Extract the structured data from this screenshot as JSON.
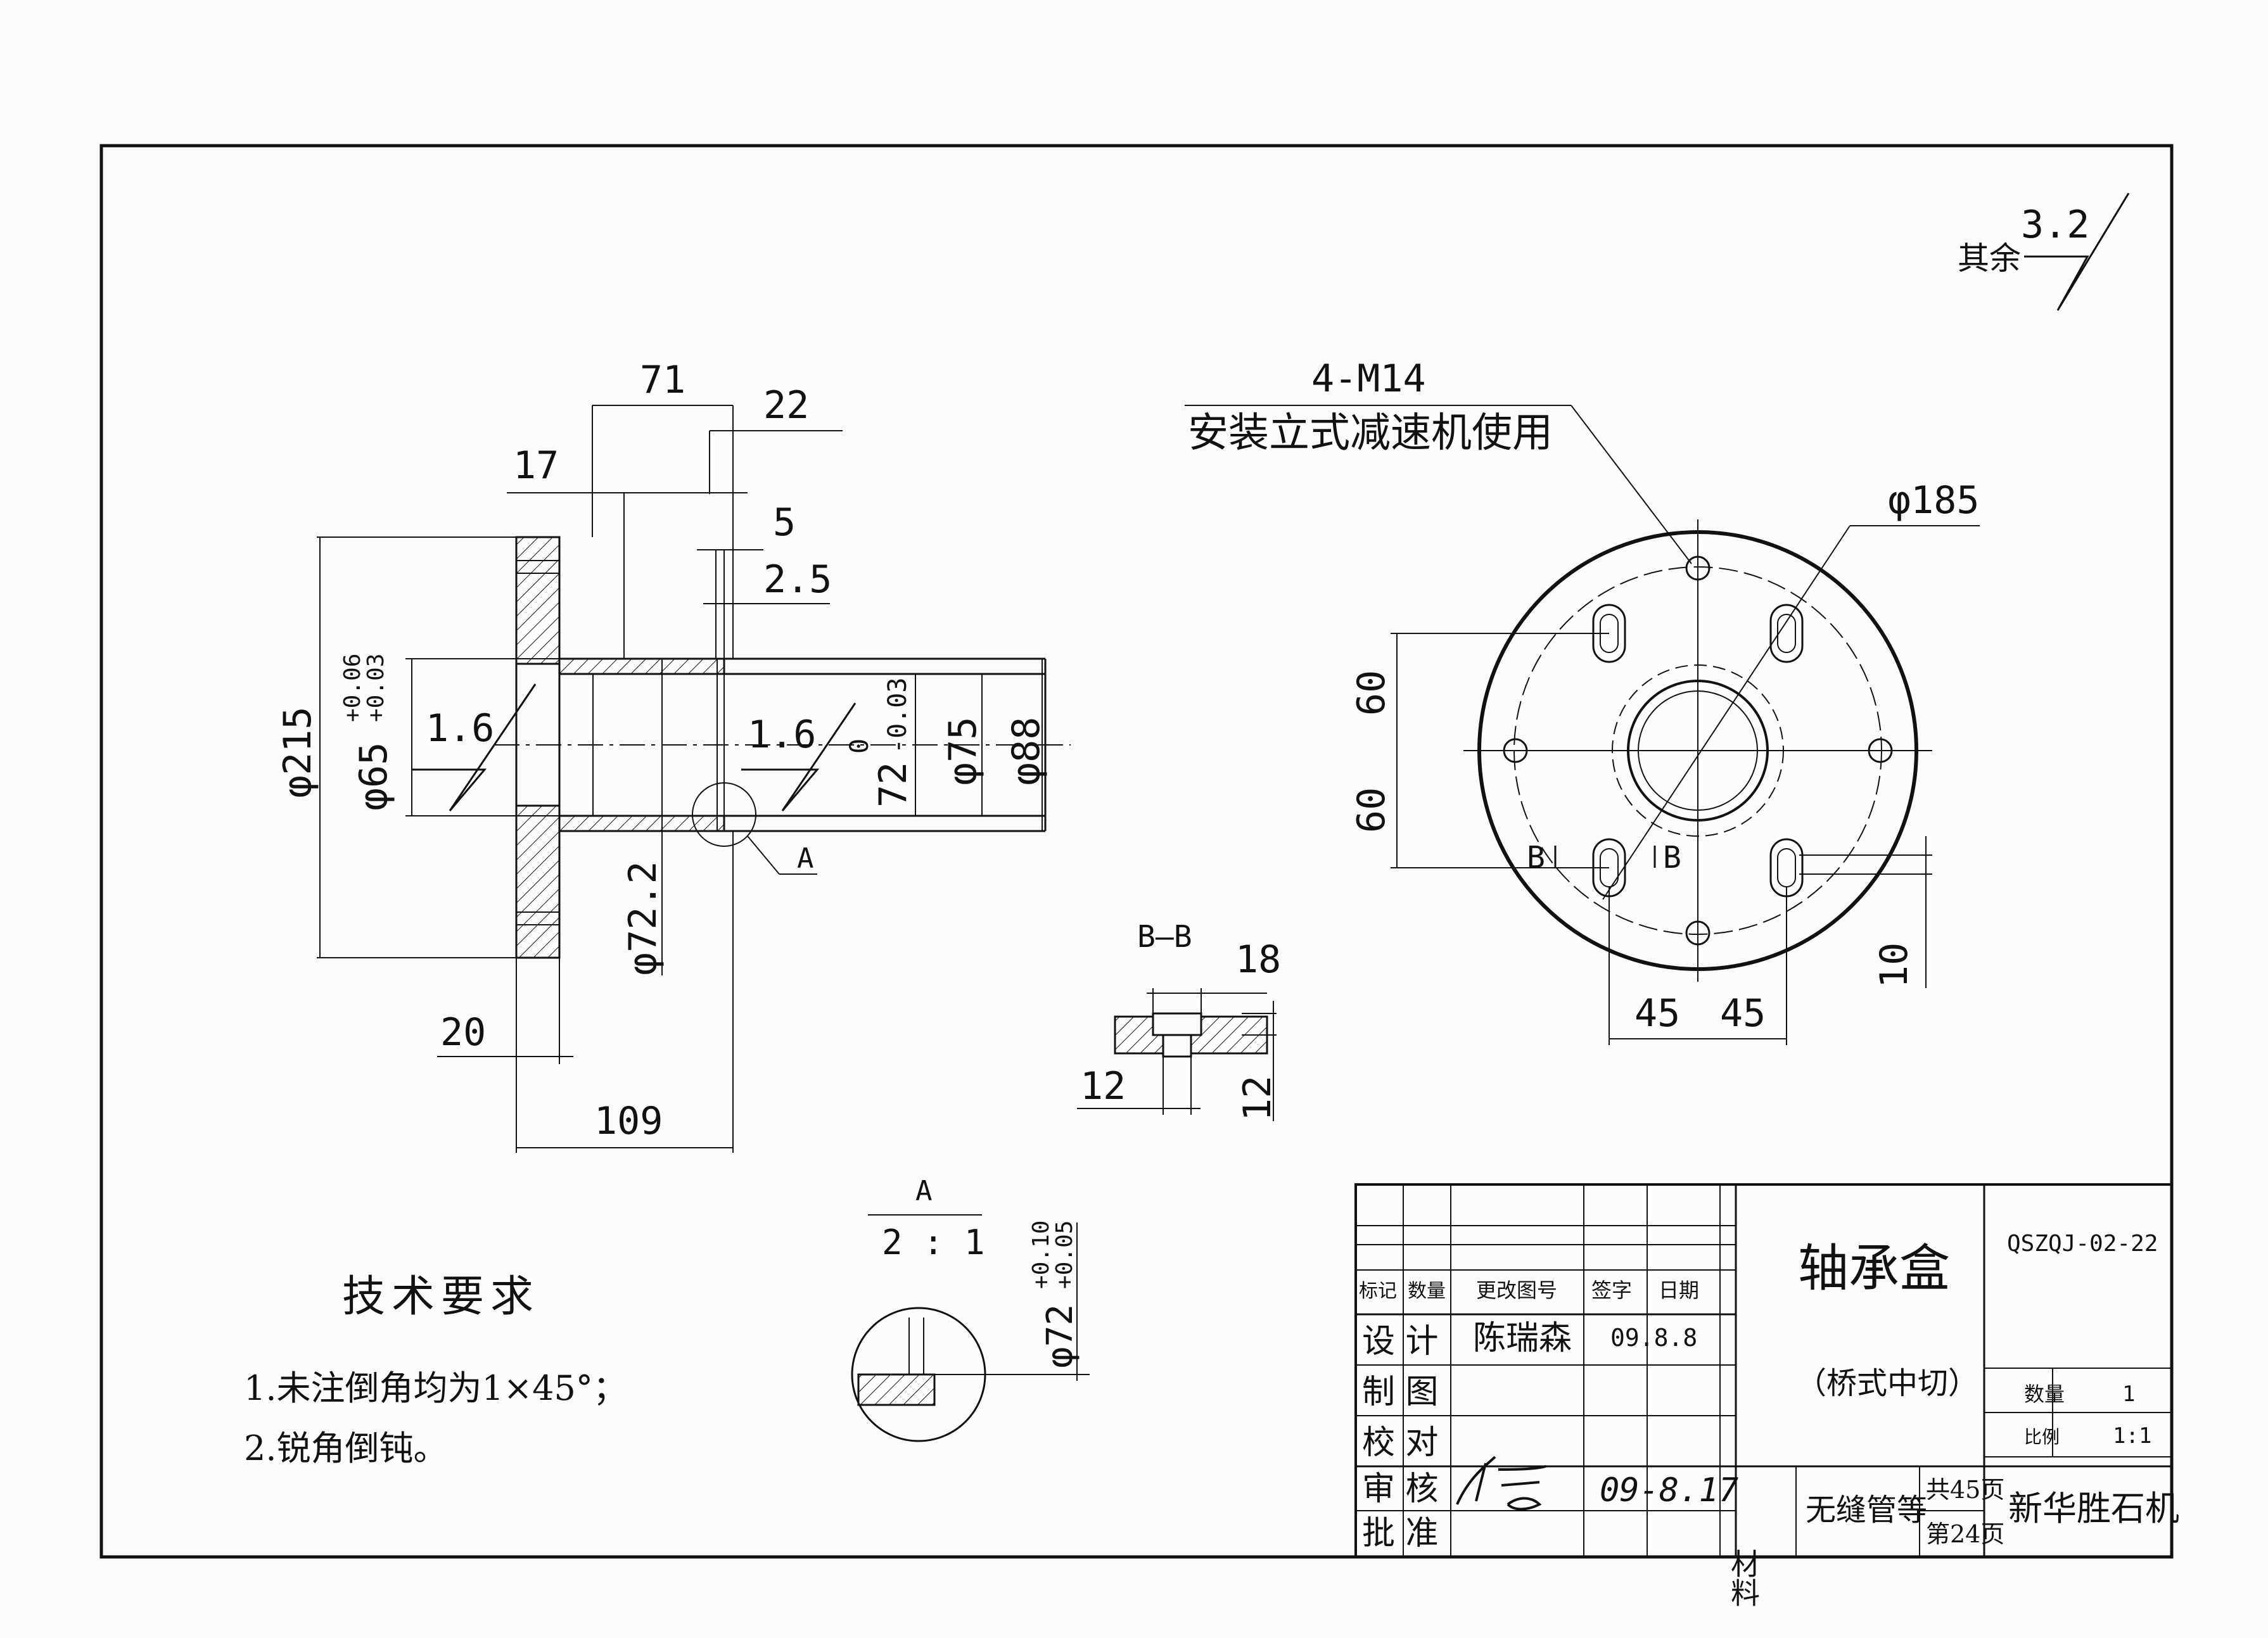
{
  "roughness": {
    "rest_label": "其余",
    "rest_value": "3.2",
    "bore_left": "1.6",
    "bore_right": "1.6"
  },
  "section_view": {
    "dims": {
      "d71": "71",
      "d22": "22",
      "d17": "17",
      "d5": "5",
      "d2_5": "2.5",
      "d215": "φ215",
      "d65": "φ65",
      "d65_tol_upper": "+0.06",
      "d65_tol_lower": "+0.03",
      "d72": "72",
      "d72_tol_upper": "0",
      "d72_tol_lower": "-0.03",
      "d75": "φ75",
      "d88": "φ88",
      "d72_2": "φ72.2",
      "d20": "20",
      "d109": "109"
    },
    "detail_ref": "A"
  },
  "end_view": {
    "thread_note": "4-M14",
    "install_note": "安装立式减速机使用",
    "d185": "φ185",
    "d60_top": "60",
    "d60_bottom": "60",
    "d45_left": "45",
    "d45_right": "45",
    "d10": "10",
    "section_mark_left": "B",
    "section_mark_right": "B"
  },
  "bb_section": {
    "title": "B—B",
    "d18": "18",
    "d12_horizontal": "12",
    "d12_vertical": "12"
  },
  "detail_a": {
    "title": "A",
    "scale": "2 : 1",
    "dim": "φ72",
    "tol_upper": "+0.10",
    "tol_lower": "+0.05"
  },
  "technical_requirements": {
    "title": "技术要求",
    "items": [
      "1.未注倒角均为1×45°；",
      "2.锐角倒钝。"
    ]
  },
  "title_block": {
    "drawing_number": "QSZQJ-02-22",
    "part_name": "轴承盒",
    "part_subtitle": "（桥式中切）",
    "header": {
      "mark": "标记",
      "qty": "数量",
      "change_no": "更改图号",
      "sign": "签字",
      "date": "日期"
    },
    "roles": {
      "design": "设 计",
      "draft": "制 图",
      "check": "校 对",
      "review": "审 核",
      "approve": "批 准"
    },
    "designer": "陈瑞森",
    "design_date": "09.8.8",
    "review_date": "09-8.17",
    "material_label": "材料",
    "material": "无缝管等",
    "total_pages": "共45页",
    "page": "第24页",
    "quantity_label": "数量",
    "quantity": "1",
    "scale_label": "比例",
    "scale": "1:1",
    "company": "新华胜石机"
  }
}
